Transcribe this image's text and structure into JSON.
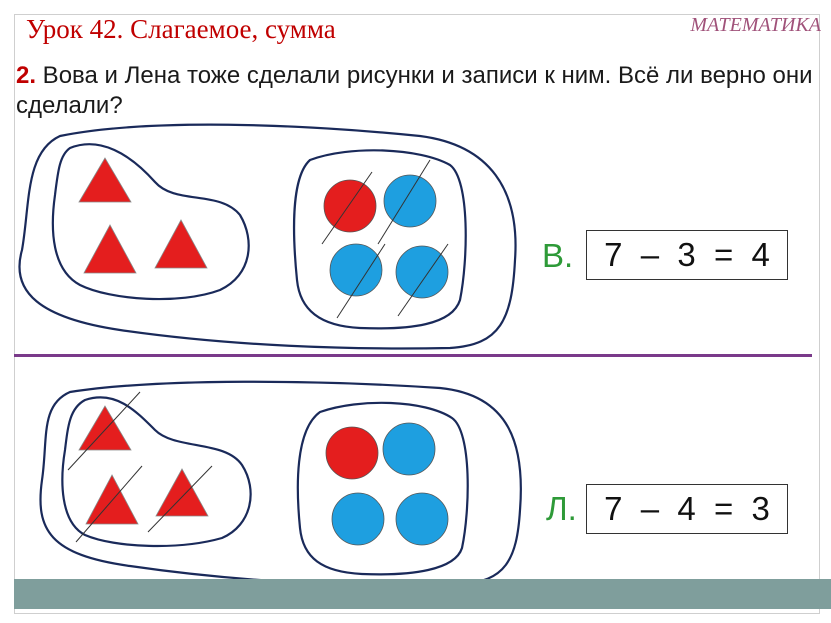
{
  "header": {
    "title": "Урок 42. Слагаемое, сумма",
    "subject": "МАТЕМАТИКА"
  },
  "task": {
    "number": "2.",
    "text": " Вова и Лена тоже сделали рисунки и записи к ним. Всё ли верно они сделали?"
  },
  "rows": [
    {
      "label": "В.",
      "equation": [
        "7",
        "–",
        "3",
        "=",
        "4"
      ]
    },
    {
      "label": "Л.",
      "equation": [
        "7",
        "–",
        "4",
        "=",
        "3"
      ]
    }
  ],
  "colors": {
    "triangle": "#e41e1e",
    "circle_red": "#e41e1e",
    "circle_blue": "#1e9fe0",
    "outline": "#1a2a5a",
    "label": "#2e9a38",
    "divider": "#7a3a8a"
  }
}
